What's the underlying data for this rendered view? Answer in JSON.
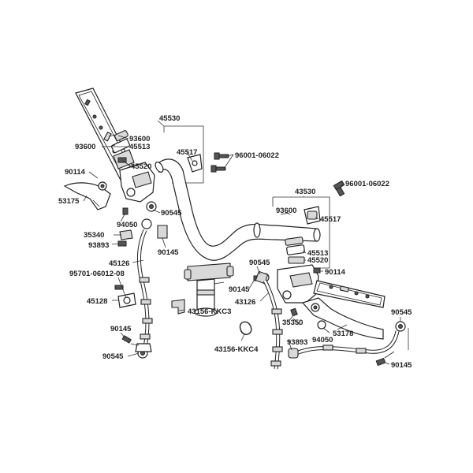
{
  "labels": {
    "l45530_left": "45530",
    "l93600_a": "93600",
    "l93600_b": "93600",
    "l45513_left": "45513",
    "l45517_left": "45517",
    "l96001_left": "96001-06022",
    "l90114_left": "90114",
    "l45520_left": "45520",
    "l53175": "53175",
    "l90545_upper": "90545",
    "l94050_left": "94050",
    "l35340": "35340",
    "l93893_left": "93893",
    "l90145_upper": "90145",
    "l45126": "45126",
    "l95701": "95701-06012-08",
    "l45128": "45128",
    "l43156_c3": "43156-KKC3",
    "l90145_lower": "90145",
    "l90545_lower": "90545",
    "l43156_c4": "43156-KKC4",
    "l43530_right": "43530",
    "l96001_right": "96001-06022",
    "l93600_right": "93600",
    "l45517_right": "45517",
    "l45513_right": "45513",
    "l45520_right": "45520",
    "l90545_mid": "90545",
    "l90114_right": "90114",
    "l90145_mid": "90145",
    "l43126": "43126",
    "l35350": "35350",
    "l93893_right": "93893",
    "l94050_right": "94050",
    "l53178": "53178",
    "l90545_right": "90545",
    "l90145_right": "90145"
  }
}
